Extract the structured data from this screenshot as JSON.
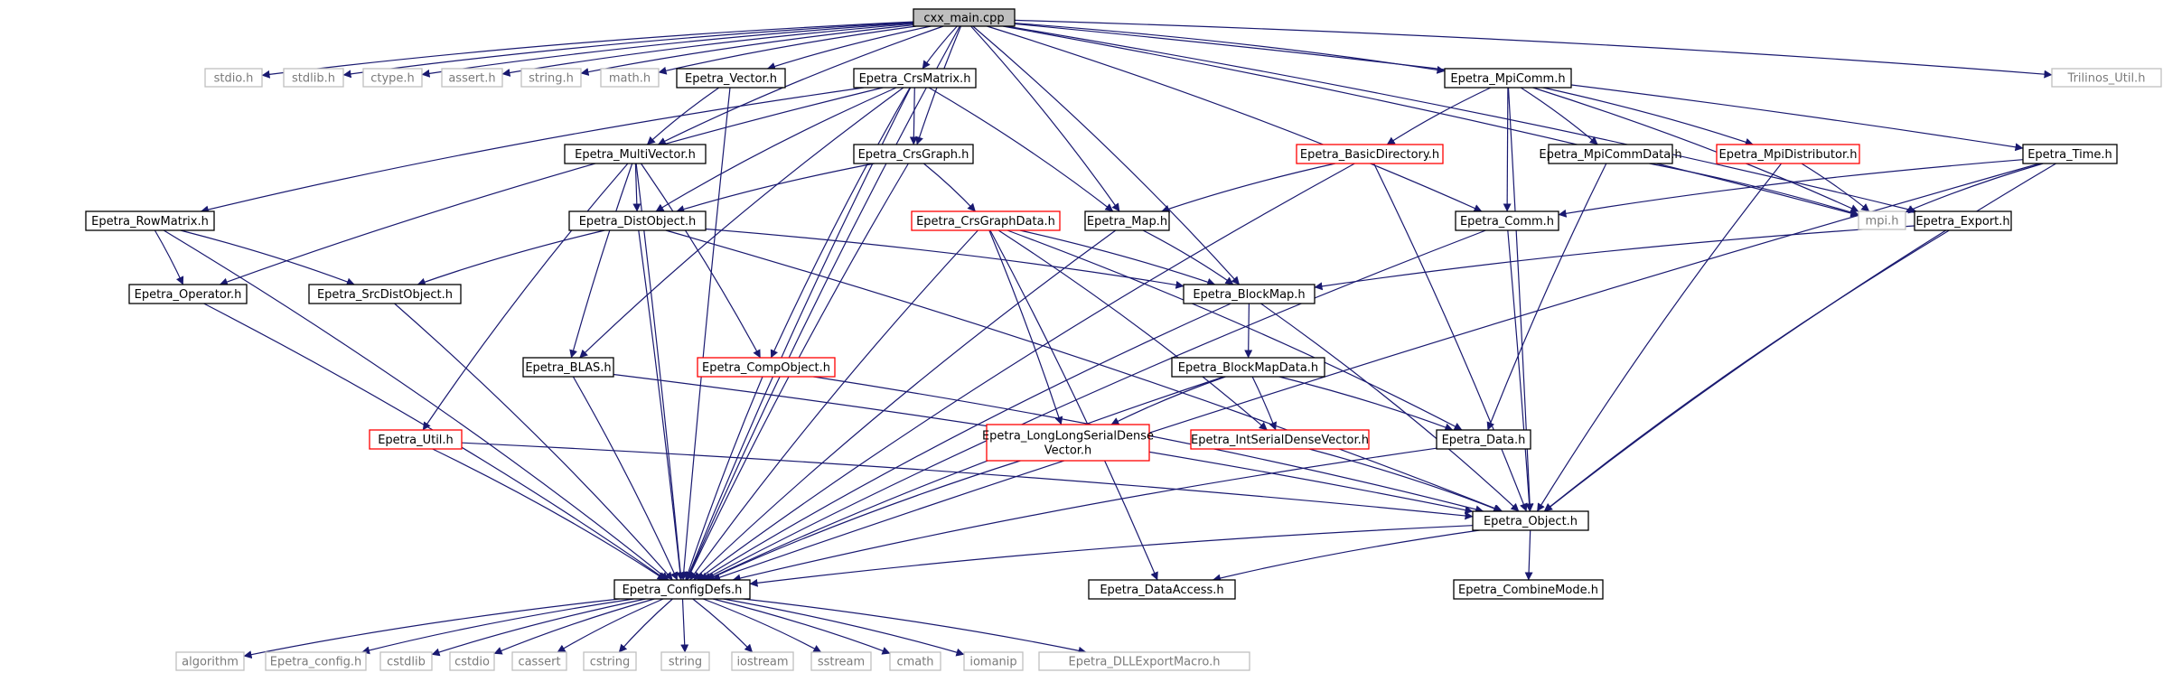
{
  "colors": {
    "edge": "#191970",
    "root_fill": "#bfbfbf",
    "root_border": "#000000",
    "local_border": "#000000",
    "truncated_border": "#ff0000",
    "external_border": "#bfbfbf",
    "external_text": "#7a7a7a"
  },
  "nodes": [
    {
      "id": "cxx_main",
      "lines": [
        "cxx_main.cpp"
      ],
      "kind": "root"
    },
    {
      "id": "stdio",
      "lines": [
        "stdio.h"
      ],
      "kind": "external"
    },
    {
      "id": "stdlib",
      "lines": [
        "stdlib.h"
      ],
      "kind": "external"
    },
    {
      "id": "ctype",
      "lines": [
        "ctype.h"
      ],
      "kind": "external"
    },
    {
      "id": "assert",
      "lines": [
        "assert.h"
      ],
      "kind": "external"
    },
    {
      "id": "string_h",
      "lines": [
        "string.h"
      ],
      "kind": "external"
    },
    {
      "id": "math_h",
      "lines": [
        "math.h"
      ],
      "kind": "external"
    },
    {
      "id": "vector",
      "lines": [
        "Epetra_Vector.h"
      ],
      "kind": "local"
    },
    {
      "id": "crsmatrix",
      "lines": [
        "Epetra_CrsMatrix.h"
      ],
      "kind": "local"
    },
    {
      "id": "mpicomm",
      "lines": [
        "Epetra_MpiComm.h"
      ],
      "kind": "local"
    },
    {
      "id": "trilinos_util",
      "lines": [
        "Trilinos_Util.h"
      ],
      "kind": "external"
    },
    {
      "id": "multivector",
      "lines": [
        "Epetra_MultiVector.h"
      ],
      "kind": "local"
    },
    {
      "id": "crsgraph",
      "lines": [
        "Epetra_CrsGraph.h"
      ],
      "kind": "local"
    },
    {
      "id": "basicdir",
      "lines": [
        "Epetra_BasicDirectory.h"
      ],
      "kind": "truncated"
    },
    {
      "id": "mpicommdata",
      "lines": [
        "Epetra_MpiCommData.h"
      ],
      "kind": "local"
    },
    {
      "id": "mpidist",
      "lines": [
        "Epetra_MpiDistributor.h"
      ],
      "kind": "truncated"
    },
    {
      "id": "time",
      "lines": [
        "Epetra_Time.h"
      ],
      "kind": "local"
    },
    {
      "id": "rowmatrix",
      "lines": [
        "Epetra_RowMatrix.h"
      ],
      "kind": "local"
    },
    {
      "id": "distobject",
      "lines": [
        "Epetra_DistObject.h"
      ],
      "kind": "local"
    },
    {
      "id": "crsgraphdata",
      "lines": [
        "Epetra_CrsGraphData.h"
      ],
      "kind": "truncated"
    },
    {
      "id": "map",
      "lines": [
        "Epetra_Map.h"
      ],
      "kind": "local"
    },
    {
      "id": "comm",
      "lines": [
        "Epetra_Comm.h"
      ],
      "kind": "local"
    },
    {
      "id": "mpi",
      "lines": [
        "mpi.h"
      ],
      "kind": "external"
    },
    {
      "id": "export",
      "lines": [
        "Epetra_Export.h"
      ],
      "kind": "local"
    },
    {
      "id": "operator",
      "lines": [
        "Epetra_Operator.h"
      ],
      "kind": "local"
    },
    {
      "id": "srcdist",
      "lines": [
        "Epetra_SrcDistObject.h"
      ],
      "kind": "local"
    },
    {
      "id": "blockmap",
      "lines": [
        "Epetra_BlockMap.h"
      ],
      "kind": "local"
    },
    {
      "id": "blas",
      "lines": [
        "Epetra_BLAS.h"
      ],
      "kind": "local"
    },
    {
      "id": "compobject",
      "lines": [
        "Epetra_CompObject.h"
      ],
      "kind": "truncated"
    },
    {
      "id": "blockmapdata",
      "lines": [
        "Epetra_BlockMapData.h"
      ],
      "kind": "local"
    },
    {
      "id": "util",
      "lines": [
        "Epetra_Util.h"
      ],
      "kind": "truncated"
    },
    {
      "id": "llsdv",
      "lines": [
        "Epetra_LongLongSerialDense",
        "Vector.h"
      ],
      "kind": "truncated"
    },
    {
      "id": "isdv",
      "lines": [
        "Epetra_IntSerialDenseVector.h"
      ],
      "kind": "truncated"
    },
    {
      "id": "data",
      "lines": [
        "Epetra_Data.h"
      ],
      "kind": "local"
    },
    {
      "id": "object",
      "lines": [
        "Epetra_Object.h"
      ],
      "kind": "local"
    },
    {
      "id": "configdefs",
      "lines": [
        "Epetra_ConfigDefs.h"
      ],
      "kind": "local"
    },
    {
      "id": "dataaccess",
      "lines": [
        "Epetra_DataAccess.h"
      ],
      "kind": "local"
    },
    {
      "id": "combinemode",
      "lines": [
        "Epetra_CombineMode.h"
      ],
      "kind": "local"
    },
    {
      "id": "algorithm",
      "lines": [
        "algorithm"
      ],
      "kind": "external"
    },
    {
      "id": "config",
      "lines": [
        "Epetra_config.h"
      ],
      "kind": "external"
    },
    {
      "id": "cstdlib",
      "lines": [
        "cstdlib"
      ],
      "kind": "external"
    },
    {
      "id": "cstdio",
      "lines": [
        "cstdio"
      ],
      "kind": "external"
    },
    {
      "id": "cassert",
      "lines": [
        "cassert"
      ],
      "kind": "external"
    },
    {
      "id": "cstring",
      "lines": [
        "cstring"
      ],
      "kind": "external"
    },
    {
      "id": "string",
      "lines": [
        "string"
      ],
      "kind": "external"
    },
    {
      "id": "iostream",
      "lines": [
        "iostream"
      ],
      "kind": "external"
    },
    {
      "id": "sstream",
      "lines": [
        "sstream"
      ],
      "kind": "external"
    },
    {
      "id": "cmath",
      "lines": [
        "cmath"
      ],
      "kind": "external"
    },
    {
      "id": "iomanip",
      "lines": [
        "iomanip"
      ],
      "kind": "external"
    },
    {
      "id": "dllexport",
      "lines": [
        "Epetra_DLLExportMacro.h"
      ],
      "kind": "external"
    }
  ],
  "edges": [
    [
      "cxx_main",
      "stdio"
    ],
    [
      "cxx_main",
      "stdlib"
    ],
    [
      "cxx_main",
      "ctype"
    ],
    [
      "cxx_main",
      "assert"
    ],
    [
      "cxx_main",
      "string_h"
    ],
    [
      "cxx_main",
      "math_h"
    ],
    [
      "cxx_main",
      "vector"
    ],
    [
      "cxx_main",
      "crsmatrix"
    ],
    [
      "cxx_main",
      "mpicomm"
    ],
    [
      "cxx_main",
      "trilinos_util"
    ],
    [
      "cxx_main",
      "multivector"
    ],
    [
      "cxx_main",
      "crsgraph"
    ],
    [
      "cxx_main",
      "map"
    ],
    [
      "cxx_main",
      "blockmap"
    ],
    [
      "cxx_main",
      "comm"
    ],
    [
      "cxx_main",
      "mpi"
    ],
    [
      "cxx_main",
      "export"
    ],
    [
      "cxx_main",
      "time"
    ],
    [
      "cxx_main",
      "configdefs"
    ],
    [
      "vector",
      "multivector"
    ],
    [
      "vector",
      "configdefs"
    ],
    [
      "crsmatrix",
      "rowmatrix"
    ],
    [
      "crsmatrix",
      "operator"
    ],
    [
      "crsmatrix",
      "distobject"
    ],
    [
      "crsmatrix",
      "crsgraph"
    ],
    [
      "crsmatrix",
      "map"
    ],
    [
      "crsmatrix",
      "blas"
    ],
    [
      "crsmatrix",
      "compobject"
    ],
    [
      "crsmatrix",
      "configdefs"
    ],
    [
      "mpicomm",
      "comm"
    ],
    [
      "mpicomm",
      "basicdir"
    ],
    [
      "mpicomm",
      "mpicommdata"
    ],
    [
      "mpicomm",
      "mpidist"
    ],
    [
      "mpicomm",
      "mpi"
    ],
    [
      "mpicomm",
      "object"
    ],
    [
      "multivector",
      "distobject"
    ],
    [
      "multivector",
      "blas"
    ],
    [
      "multivector",
      "compobject"
    ],
    [
      "multivector",
      "util"
    ],
    [
      "multivector",
      "configdefs"
    ],
    [
      "crsgraph",
      "distobject"
    ],
    [
      "crsgraph",
      "crsgraphdata"
    ],
    [
      "crsgraph",
      "configdefs"
    ],
    [
      "basicdir",
      "map"
    ],
    [
      "basicdir",
      "object"
    ],
    [
      "basicdir",
      "configdefs"
    ],
    [
      "mpicommdata",
      "data"
    ],
    [
      "mpicommdata",
      "mpi"
    ],
    [
      "mpidist",
      "mpi"
    ],
    [
      "mpidist",
      "object"
    ],
    [
      "time",
      "comm"
    ],
    [
      "time",
      "mpi"
    ],
    [
      "time",
      "object"
    ],
    [
      "time",
      "configdefs"
    ],
    [
      "rowmatrix",
      "operator"
    ],
    [
      "rowmatrix",
      "srcdist"
    ],
    [
      "rowmatrix",
      "configdefs"
    ],
    [
      "distobject",
      "srcdist"
    ],
    [
      "distobject",
      "blockmap"
    ],
    [
      "distobject",
      "object"
    ],
    [
      "distobject",
      "configdefs"
    ],
    [
      "crsgraphdata",
      "blockmap"
    ],
    [
      "crsgraphdata",
      "data"
    ],
    [
      "crsgraphdata",
      "llsdv"
    ],
    [
      "crsgraphdata",
      "isdv"
    ],
    [
      "crsgraphdata",
      "dataaccess"
    ],
    [
      "crsgraphdata",
      "configdefs"
    ],
    [
      "map",
      "blockmap"
    ],
    [
      "map",
      "configdefs"
    ],
    [
      "comm",
      "object"
    ],
    [
      "comm",
      "configdefs"
    ],
    [
      "export",
      "blockmap"
    ],
    [
      "export",
      "object"
    ],
    [
      "operator",
      "configdefs"
    ],
    [
      "srcdist",
      "configdefs"
    ],
    [
      "blockmap",
      "blockmapdata"
    ],
    [
      "blockmap",
      "object"
    ],
    [
      "blockmap",
      "configdefs"
    ],
    [
      "blas",
      "object"
    ],
    [
      "blas",
      "configdefs"
    ],
    [
      "compobject",
      "object"
    ],
    [
      "compobject",
      "configdefs"
    ],
    [
      "blockmapdata",
      "llsdv"
    ],
    [
      "blockmapdata",
      "isdv"
    ],
    [
      "blockmapdata",
      "data"
    ],
    [
      "blockmapdata",
      "configdefs"
    ],
    [
      "util",
      "object"
    ],
    [
      "util",
      "configdefs"
    ],
    [
      "llsdv",
      "configdefs"
    ],
    [
      "isdv",
      "object"
    ],
    [
      "data",
      "configdefs"
    ],
    [
      "object",
      "configdefs"
    ],
    [
      "object",
      "dataaccess"
    ],
    [
      "object",
      "combinemode"
    ],
    [
      "configdefs",
      "algorithm"
    ],
    [
      "configdefs",
      "config"
    ],
    [
      "configdefs",
      "cstdlib"
    ],
    [
      "configdefs",
      "cstdio"
    ],
    [
      "configdefs",
      "cassert"
    ],
    [
      "configdefs",
      "cstring"
    ],
    [
      "configdefs",
      "string"
    ],
    [
      "configdefs",
      "iostream"
    ],
    [
      "configdefs",
      "sstream"
    ],
    [
      "configdefs",
      "cmath"
    ],
    [
      "configdefs",
      "iomanip"
    ],
    [
      "configdefs",
      "dllexport"
    ]
  ]
}
